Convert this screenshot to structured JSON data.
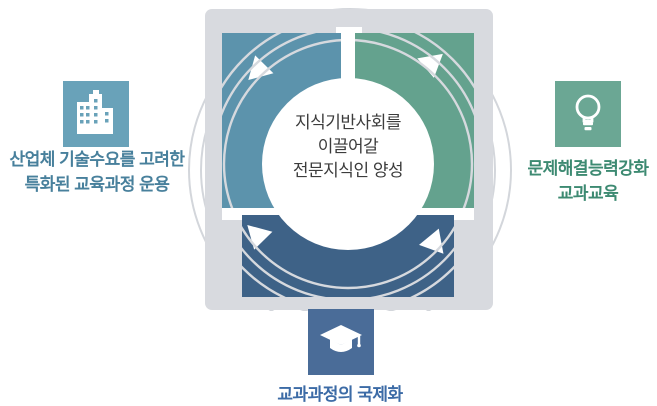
{
  "center_circle": {
    "lines": [
      "지식기반사회를",
      "이끌어갈",
      "전문지식인 양성"
    ]
  },
  "items": {
    "industry": {
      "icon": "building-icon",
      "lines": [
        "산업체 기술수요를 고려한",
        "특화된 교육과정 운용"
      ]
    },
    "problem_solving": {
      "icon": "lightbulb-icon",
      "lines": [
        "문제해결능력강화",
        "교과교육"
      ]
    },
    "globalization": {
      "icon": "graduation-cap-icon",
      "label": "교과과정의 국제화"
    }
  },
  "colors": {
    "card_background": "#D8DADF",
    "segment_top_left": "#5C93AC",
    "segment_top_right": "#64A28E",
    "segment_bottom": "#3E6287",
    "icon_square_left": "#69A2B9",
    "icon_square_right": "#6BA794",
    "icon_square_bottom": "#4A6C98",
    "label_left": "#48809C",
    "label_right": "#3D8A72",
    "label_bottom": "#3C6BA6",
    "center_text": "#3C3C3C",
    "ring_line": "#D3D6DB",
    "arc_line": "#D6D9DE",
    "window_fill": "#69A2B9"
  }
}
